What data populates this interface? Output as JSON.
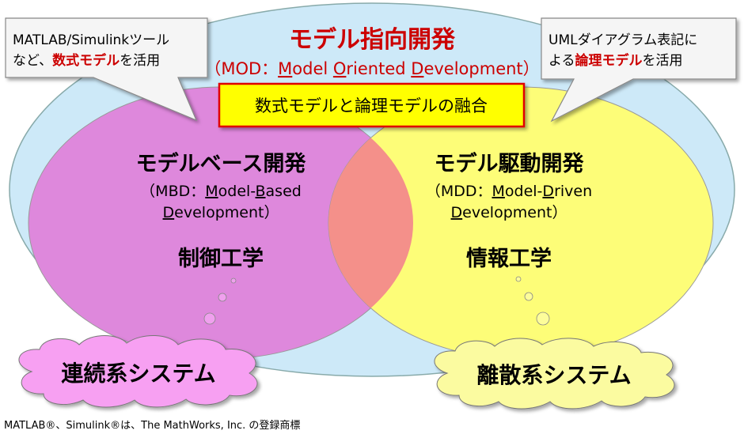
{
  "outer": {
    "title": "モデル指向開発",
    "subtitle": [
      "（MOD：",
      "M",
      "odel ",
      "O",
      "riented ",
      "D",
      "evelopment）"
    ]
  },
  "fusion_label": "数式モデルと論理モデルの融合",
  "left_callout": {
    "line1": "MATLAB/Simulinkツール",
    "line2_pre": "など、",
    "line2_highlight": "数式モデル",
    "line2_post": "を活用"
  },
  "right_callout": {
    "line1": "UMLダイアグラム表記に",
    "line2_pre": "よる",
    "line2_highlight": "論理モデル",
    "line2_post": "を活用"
  },
  "left_circle": {
    "title": "モデルベース開発",
    "sub1": [
      "（MBD：",
      "M",
      "odel-",
      "B",
      "ased"
    ],
    "sub2": [
      "D",
      "evelopment）"
    ],
    "field": "制御工学",
    "system": "連続系システム"
  },
  "right_circle": {
    "title": "モデル駆動開発",
    "sub1": [
      "（MDD：",
      "M",
      "odel-",
      "D",
      "riven"
    ],
    "sub2": [
      "D",
      "evelopment）"
    ],
    "field": "情報工学",
    "system": "離散系システム"
  },
  "footnote": "MATLAB®、Simulink®は、The MathWorks, Inc. の登録商標",
  "colors": {
    "outer": "#cde9f8",
    "pink": "#de88dc",
    "yellow": "#fdfd78",
    "overlap": "#f4908a",
    "red": "#cc0000",
    "fusion_bg": "#ffff00"
  }
}
